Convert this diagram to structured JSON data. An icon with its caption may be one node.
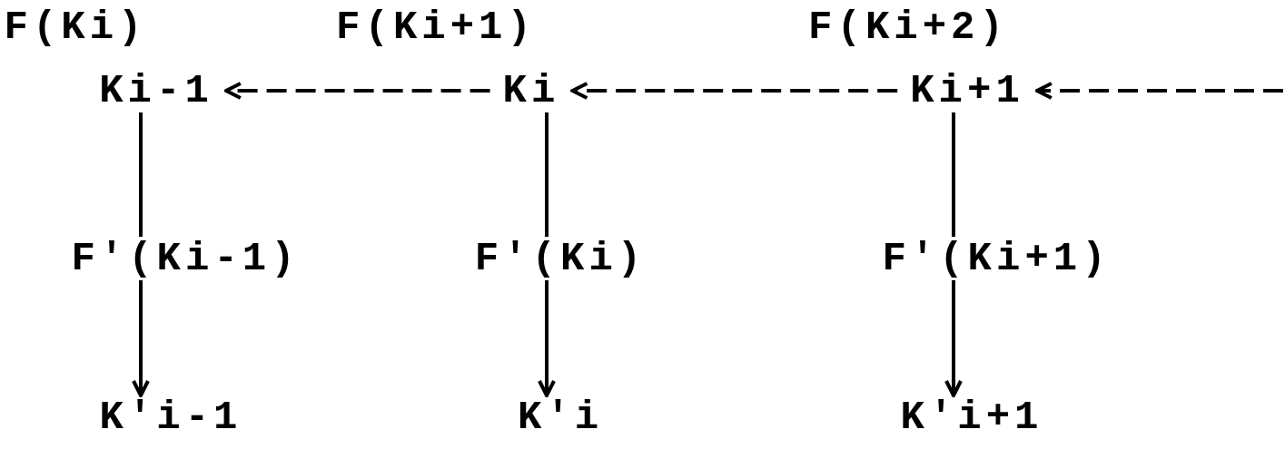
{
  "diagram": {
    "nodes": [
      {
        "text": [
          "Ki-1"
        ]
      },
      {
        "text": [
          "Ki"
        ]
      },
      {
        "text": [
          "Ki+1"
        ]
      },
      {
        "text": [
          "F'(Ki-1)"
        ]
      },
      {
        "text": [
          "F'(Ki)"
        ]
      },
      {
        "text": [
          "F'(Ki+1)"
        ]
      },
      {
        "text": [
          "K'i-1"
        ]
      },
      {
        "text": [
          "K'i"
        ]
      },
      {
        "text": [
          "K'i+1"
        ]
      }
    ],
    "edges": [
      {
        "from": 1,
        "to": 0,
        "arrow": "to",
        "style": "dashed"
      },
      {
        "from": 2,
        "to": 1,
        "arrow": "to",
        "style": "dashed"
      },
      {
        "from": null,
        "to": 2,
        "arrow": "to",
        "style": "dashed"
      },
      {
        "from": 0,
        "to": 3,
        "arrow": "none"
      },
      {
        "from": 1,
        "to": 4,
        "arrow": "none"
      },
      {
        "from": 2,
        "to": 5,
        "arrow": "none"
      },
      {
        "from": 3,
        "to": 6,
        "arrow": "to"
      },
      {
        "from": 4,
        "to": 7,
        "arrow": "to"
      },
      {
        "from": 5,
        "to": 8,
        "arrow": "to"
      }
    ],
    "labels": [
      "F(Ki)",
      "F(Ki+1)",
      "F(Ki+2)"
    ]
  }
}
